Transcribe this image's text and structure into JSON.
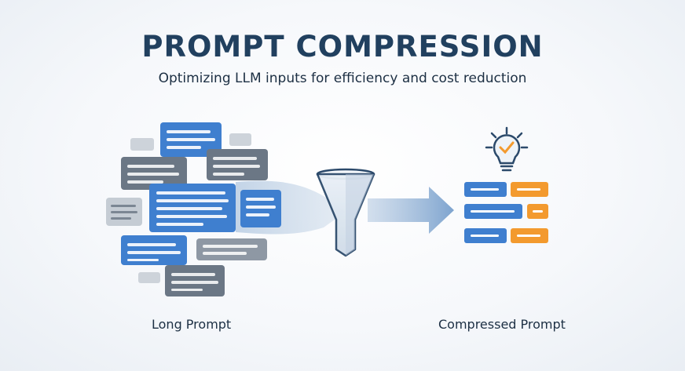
{
  "header": {
    "title": "PROMPT COMPRESSION",
    "subtitle": "Optimizing LLM inputs for efficiency and cost reduction"
  },
  "labels": {
    "input": "Long Prompt",
    "output": "Compressed Prompt"
  },
  "icons": {
    "funnel": "funnel-icon",
    "arrow": "arrow-right-icon",
    "lightbulb": "lightbulb-check-icon"
  },
  "colors": {
    "title": "#21405f",
    "blue": "#3f7fcf",
    "gray": "#6b7785",
    "orange": "#f39a2e",
    "funnel_stroke": "#2c4a6b"
  }
}
